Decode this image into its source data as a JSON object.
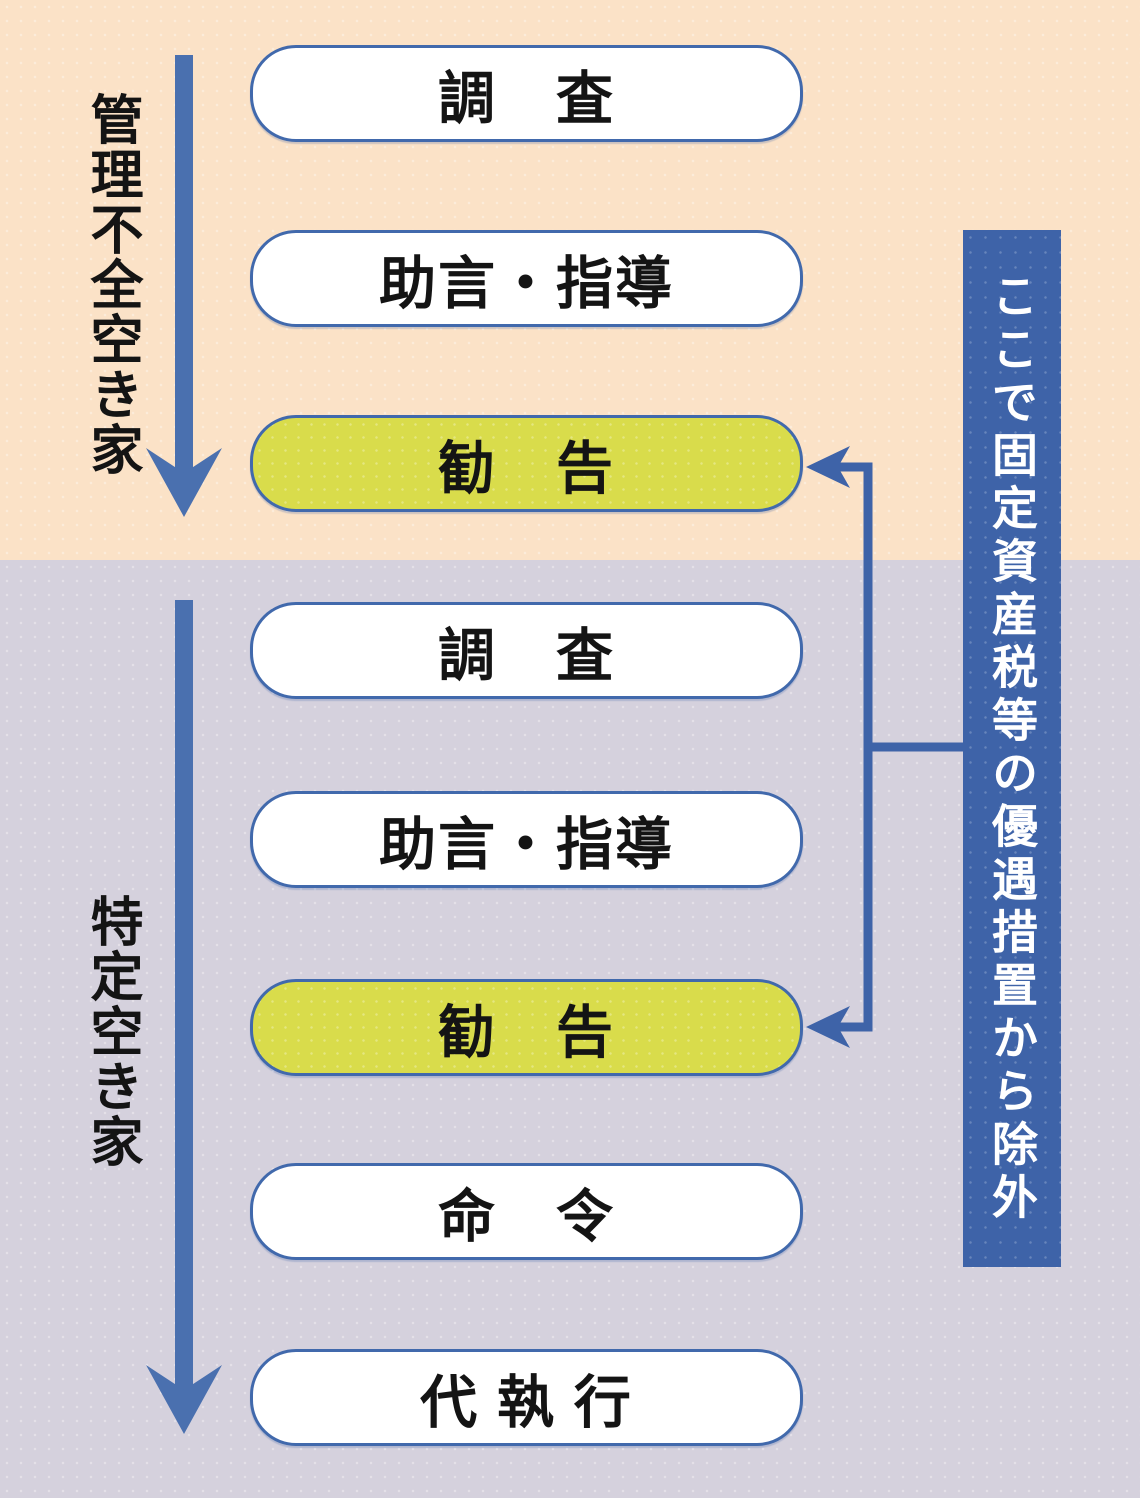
{
  "diagram": {
    "description": "Vacant house administrative measures flow",
    "sections": [
      {
        "label": "管理不全空き家",
        "bg": "#FBE2C7"
      },
      {
        "label": "特定空き家",
        "bg": "#D5D1DD"
      }
    ],
    "boxes": [
      {
        "label": "調　査",
        "variant": "plain"
      },
      {
        "label": "助言・指導",
        "variant": "plain"
      },
      {
        "label": "勧　告",
        "variant": "highlight"
      },
      {
        "label": "調　査",
        "variant": "plain"
      },
      {
        "label": "助言・指導",
        "variant": "plain"
      },
      {
        "label": "勧　告",
        "variant": "highlight"
      },
      {
        "label": "命　令",
        "variant": "plain"
      },
      {
        "label": "代 執 行",
        "variant": "plain"
      }
    ],
    "banner": {
      "text": "ここで固定資産税等の優遇措置から除外"
    },
    "colors": {
      "peach_bg": "#FBE2C7",
      "lavender_bg": "#D5D1DD",
      "banner_blue": "#3E63A8",
      "arrow_blue": "#4A70AF",
      "box_border_blue": "#4169AC",
      "highlight_yellow": "#D9DC4B",
      "text_black": "#141414",
      "banner_text_white": "#FFFFFF"
    }
  }
}
